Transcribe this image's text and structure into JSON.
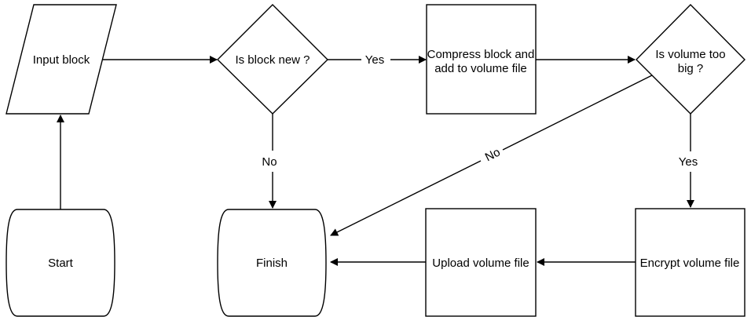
{
  "canvas": {
    "background_color": "#ffffff",
    "stroke_color": "#000000",
    "text_color": "#000000"
  },
  "nodes": {
    "input_block": {
      "type": "input-parallelogram",
      "label": "Input block"
    },
    "is_block_new": {
      "type": "decision-diamond",
      "label": "Is block new ?"
    },
    "compress_block": {
      "type": "process-rectangle",
      "label_line1": "Compress block and",
      "label_line2": "add to volume file"
    },
    "is_volume_too_big": {
      "type": "decision-diamond",
      "label_line1": "Is volume too",
      "label_line2": "big ?"
    },
    "start": {
      "type": "terminator",
      "label": "Start"
    },
    "finish": {
      "type": "terminator",
      "label": "Finish"
    },
    "upload_volume_file": {
      "type": "process-rectangle",
      "label": "Upload volume file"
    },
    "encrypt_volume_file": {
      "type": "process-rectangle",
      "label": "Encrypt volume file"
    }
  },
  "edges": [
    {
      "from": "start",
      "to": "input_block",
      "label": ""
    },
    {
      "from": "input_block",
      "to": "is_block_new",
      "label": ""
    },
    {
      "from": "is_block_new",
      "to": "compress_block",
      "label": "Yes"
    },
    {
      "from": "is_block_new",
      "to": "finish",
      "label": "No"
    },
    {
      "from": "compress_block",
      "to": "is_volume_too_big",
      "label": ""
    },
    {
      "from": "is_volume_too_big",
      "to": "encrypt_volume_file",
      "label": "Yes"
    },
    {
      "from": "is_volume_too_big",
      "to": "finish",
      "label": "No"
    },
    {
      "from": "encrypt_volume_file",
      "to": "upload_volume_file",
      "label": ""
    },
    {
      "from": "upload_volume_file",
      "to": "finish",
      "label": ""
    }
  ]
}
